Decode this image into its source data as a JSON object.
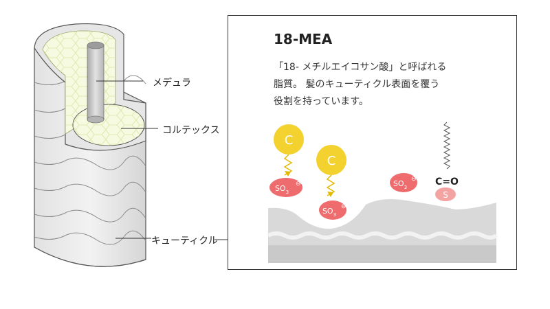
{
  "labels": {
    "medulla": "メデュラ",
    "cortex": "コルテックス",
    "cuticle": "キューティクル"
  },
  "panel": {
    "title": "18-MEA",
    "description_lines": [
      "「18- メチルエイコサン酸」と呼ばれる",
      "脂質。 髪のキューティクル表面を覆う",
      "役割を持っています。"
    ],
    "symbols": {
      "c_label": "C",
      "so3": "SO",
      "so3_sub": "3",
      "so3_charge": "⊖",
      "carbonyl": "C=O",
      "s_label": "S"
    }
  },
  "colors": {
    "molecule_yellow": "#f3d12e",
    "sulfonate_red": "#ee6b6e",
    "sulfur_pink": "#f4a3a3",
    "cortex_fill": "#f6fae0",
    "cuticle_gray": "#d9d9d9"
  }
}
